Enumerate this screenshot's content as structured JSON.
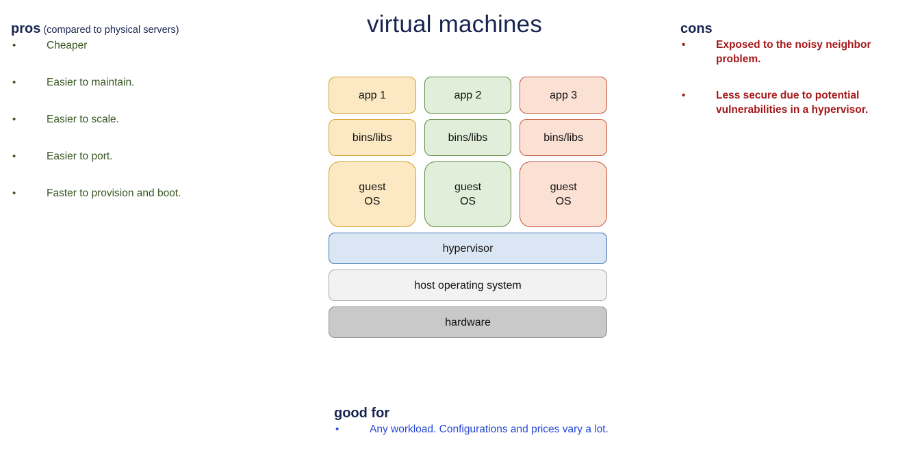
{
  "slide": {
    "title": "virtual machines"
  },
  "pros": {
    "heading_word": "pros",
    "heading_sub": "(compared to physical servers)",
    "bullet_glyph": "•",
    "items": [
      {
        "text": "Cheaper"
      },
      {
        "text": "Easier to maintain."
      },
      {
        "text": "Easier to scale."
      },
      {
        "text": "Easier to port."
      },
      {
        "text": "Faster to provision and boot."
      }
    ],
    "text_color": "#375623"
  },
  "cons": {
    "heading_word": "cons",
    "bullet_glyph": "•",
    "items": [
      {
        "text": "Exposed to the noisy neighbor problem."
      },
      {
        "text": "Less secure due to potential vulnerabilities in a hypervisor."
      }
    ],
    "text_color": "#A5181A"
  },
  "good_for": {
    "heading_word": "good for",
    "bullet_glyph": "•",
    "items": [
      {
        "text": "Any workload. Configurations and prices vary a lot."
      }
    ],
    "text_color": "#2346D7"
  },
  "diagram": {
    "columns": [
      {
        "palette": "yellow",
        "fill": "#FCE9C4",
        "border": "#CFA02B",
        "app": "app 1",
        "bins": "bins/libs",
        "guest_os": "guest\nOS"
      },
      {
        "palette": "green",
        "fill": "#E1EFDA",
        "border": "#5E8B44",
        "app": "app 2",
        "bins": "bins/libs",
        "guest_os": "guest\nOS"
      },
      {
        "palette": "salmon",
        "fill": "#FBE0D4",
        "border": "#C4573A",
        "app": "app 3",
        "bins": "bins/libs",
        "guest_os": "guest\nOS"
      }
    ],
    "bands": [
      {
        "label": "hypervisor",
        "fill": "#DAE6F3",
        "border": "#3A72AE"
      },
      {
        "label": "host operating system",
        "fill": "#F2F2F2",
        "border": "#A6A6A6"
      },
      {
        "label": "hardware",
        "fill": "#C9C9C9",
        "border": "#909090"
      }
    ]
  },
  "theme": {
    "heading_color": "#17244F",
    "title_color": "#17244F",
    "background": "#ffffff"
  }
}
